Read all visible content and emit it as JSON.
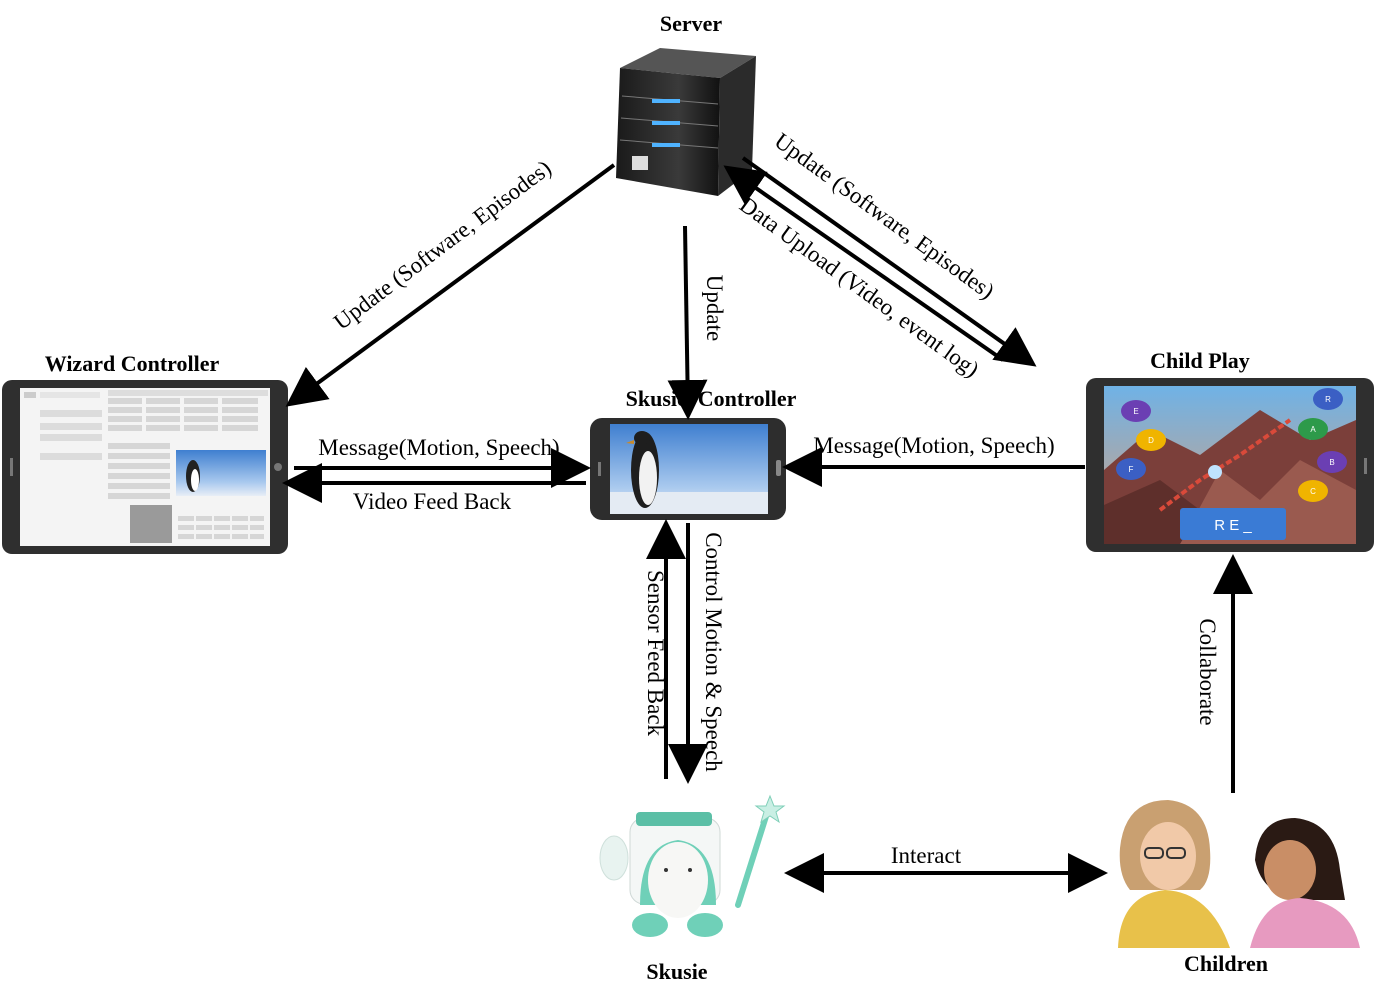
{
  "nodes": {
    "server": "Server",
    "wizard": "Wizard Controller",
    "skusie_controller": "Skusie  Controller",
    "child_play": "Child Play",
    "skusie": "Skusie",
    "children": "Children"
  },
  "edges": {
    "server_to_wizard": "Update (Software, Episodes)",
    "server_to_controller": "Update",
    "server_to_childplay": "Update (Software, Episodes)",
    "childplay_to_server": "Data Upload (Video, event log)",
    "wizard_to_controller": "Message(Motion, Speech)",
    "controller_to_wizard": "Video Feed Back",
    "childplay_to_controller": "Message(Motion, Speech)",
    "controller_to_skusie": "Control Motion & Speech",
    "skusie_to_controller": "Sensor Feed Back",
    "skusie_children": "Interact",
    "children_to_childplay": "Collaborate"
  },
  "child_play_screen": {
    "word": "R E _",
    "letters": [
      "E",
      "D",
      "F",
      "R",
      "A",
      "B",
      "C"
    ]
  },
  "colors": {
    "arrow": "#000000",
    "sky": "#6f9fd8",
    "mountain": "#7b3f3a",
    "word_box": "#3a7bd5",
    "robot_teal": "#6fd0b8"
  }
}
